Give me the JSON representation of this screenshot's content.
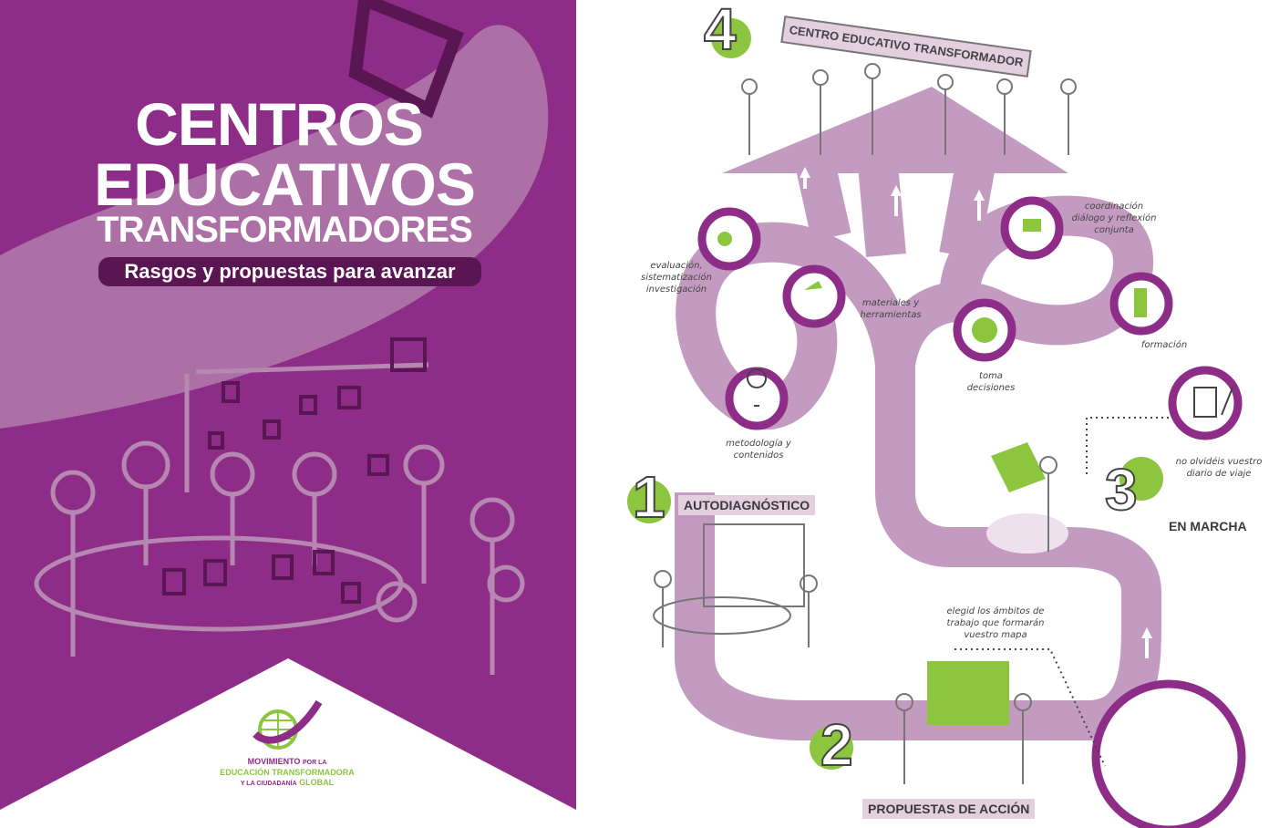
{
  "cover": {
    "title_line1": "CENTROS",
    "title_line2": "EDUCATIVOS",
    "title_line3": "TRANSFORMADORES",
    "subtitle": "Rasgos y propuestas para avanzar",
    "logo": {
      "line1_a": "MOVIMIENTO",
      "line1_b": "POR LA",
      "line2": "EDUCACIÓN TRANSFORMADORA",
      "line3_a": "Y LA CIUDADANÍA",
      "line3_b": "GLOBAL"
    }
  },
  "map": {
    "banner": "CENTRO EDUCATIVO TRANSFORMADOR",
    "stages": [
      {
        "number": "1",
        "label": "AUTODIAGNÓSTICO"
      },
      {
        "number": "2",
        "label": "PROPUESTAS DE ACCIÓN"
      },
      {
        "number": "3",
        "label": "EN MARCHA"
      },
      {
        "number": "4",
        "label": ""
      }
    ],
    "labels": {
      "evaluacion": "evaluación, sistematización investigación",
      "materiales": "materiales y herramientas",
      "metodologia": "metodología y contenidos",
      "toma": "toma decisiones",
      "coordinacion": "coordinación diálogo y reflexión conjunta",
      "formacion": "formación",
      "diario": "no olvidéis vuestro diario de viaje",
      "ambitos": "elegid los ámbitos de trabajo que formarán vuestro mapa"
    },
    "colors": {
      "purple": "#8e2d88",
      "road": "#c49bc0",
      "green": "#8cc63f"
    }
  }
}
